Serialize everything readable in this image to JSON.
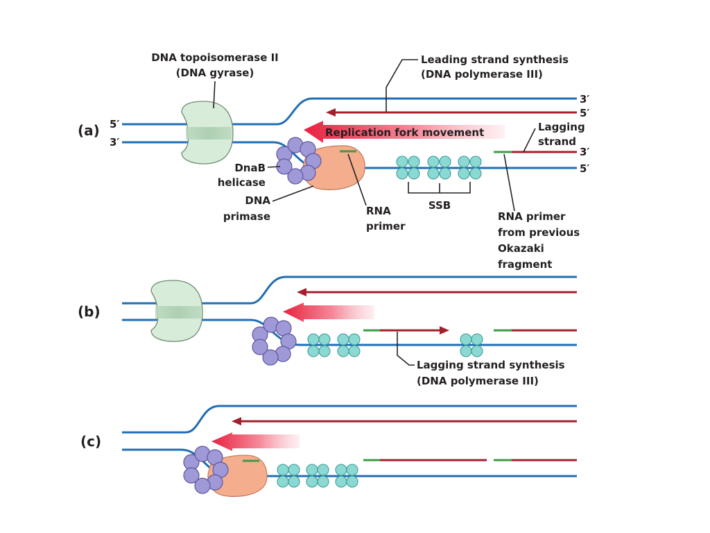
{
  "panels": {
    "a": "(a)",
    "b": "(b)",
    "c": "(c)"
  },
  "ends": {
    "top_3": "3′",
    "top_5": "5′",
    "left_5": "5′",
    "left_3": "3′",
    "lag_3": "3′",
    "lag_5": "5′"
  },
  "labels": {
    "topoisomerase_line1": "DNA topoisomerase II",
    "topoisomerase_line2": "(DNA gyrase)",
    "leading_line1": "Leading strand synthesis",
    "leading_line2": "(DNA polymerase III)",
    "fork_movement": "Replication fork movement",
    "lagging_strand_line1": "Lagging",
    "lagging_strand_line2": "strand",
    "dnab_line1": "DnaB",
    "dnab_line2": "helicase",
    "primase_line1": "DNA",
    "primase_line2": "primase",
    "rna_primer_line1": "RNA",
    "rna_primer_line2": "primer",
    "ssb": "SSB",
    "prev_primer_line1": "RNA primer",
    "prev_primer_line2": "from previous",
    "prev_primer_line3": "Okazaki",
    "prev_primer_line4": "fragment",
    "lagging_synth_line1": "Lagging strand synthesis",
    "lagging_synth_line2": "(DNA polymerase III)"
  },
  "colors": {
    "parental_dna": "#1f6db5",
    "new_dna": "#a31f2b",
    "rna_primer": "#3e9a47",
    "gyrase": "#d7ecd9",
    "helicase": "#9f99d8",
    "primase": "#f4ae8e",
    "ssb": "#8cd8d3",
    "fork_arrow": "#e8213f"
  }
}
